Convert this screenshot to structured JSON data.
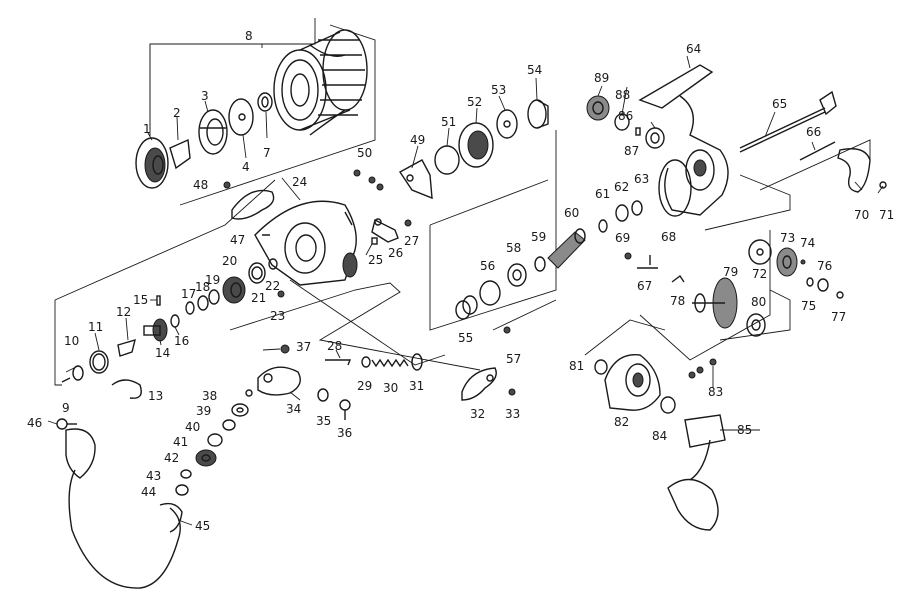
{
  "diagram": {
    "labels": [
      "1",
      "2",
      "3",
      "4",
      "7",
      "8",
      "9",
      "10",
      "11",
      "12",
      "13",
      "14",
      "15",
      "16",
      "17",
      "18",
      "19",
      "20",
      "21",
      "22",
      "23",
      "24",
      "25",
      "26",
      "27",
      "28",
      "29",
      "30",
      "31",
      "32",
      "33",
      "34",
      "35",
      "36",
      "37",
      "38",
      "39",
      "40",
      "41",
      "42",
      "43",
      "44",
      "45",
      "46",
      "47",
      "48",
      "49",
      "50",
      "51",
      "52",
      "53",
      "54",
      "55",
      "56",
      "57",
      "58",
      "59",
      "60",
      "61",
      "62",
      "63",
      "64",
      "65",
      "66",
      "67",
      "68",
      "69",
      "70",
      "71",
      "72",
      "73",
      "74",
      "75",
      "76",
      "77",
      "78",
      "79",
      "80",
      "81",
      "82",
      "83",
      "84",
      "85",
      "86",
      "87",
      "88",
      "89"
    ]
  }
}
